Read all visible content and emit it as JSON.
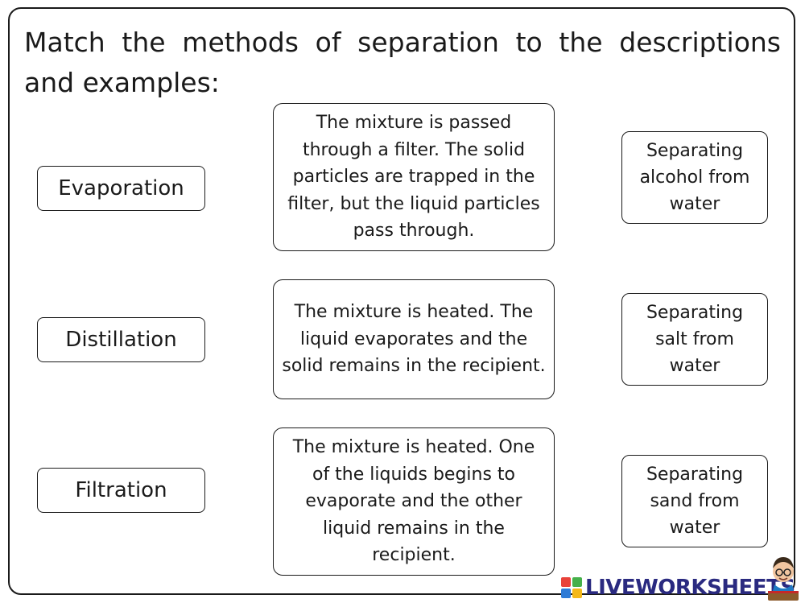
{
  "instruction": "Match the methods of separation to the descriptions and examples:",
  "methods": [
    "Evaporation",
    "Distillation",
    "Filtration"
  ],
  "descriptions": [
    "The mixture is passed through a filter. The solid particles are trapped in the filter, but the liquid particles pass through.",
    "The mixture is heated. The liquid evaporates and the solid remains in the recipient.",
    "The mixture is heated. One of the liquids begins to evaporate and the other liquid remains in the recipient."
  ],
  "examples": [
    "Separating alcohol from water",
    "Separating salt from water",
    "Separating sand from water"
  ],
  "branding": {
    "logo_text": "LIVEWORKSHEETS",
    "icon": "liveworksheets-logo-icon",
    "mascot": "mascot-character-icon",
    "colors": {
      "brand_text": "#2a2a80",
      "tile_red": "#e8423a",
      "tile_green": "#46b04a",
      "tile_blue": "#2e7bd6",
      "tile_yellow": "#f3b81b"
    }
  }
}
